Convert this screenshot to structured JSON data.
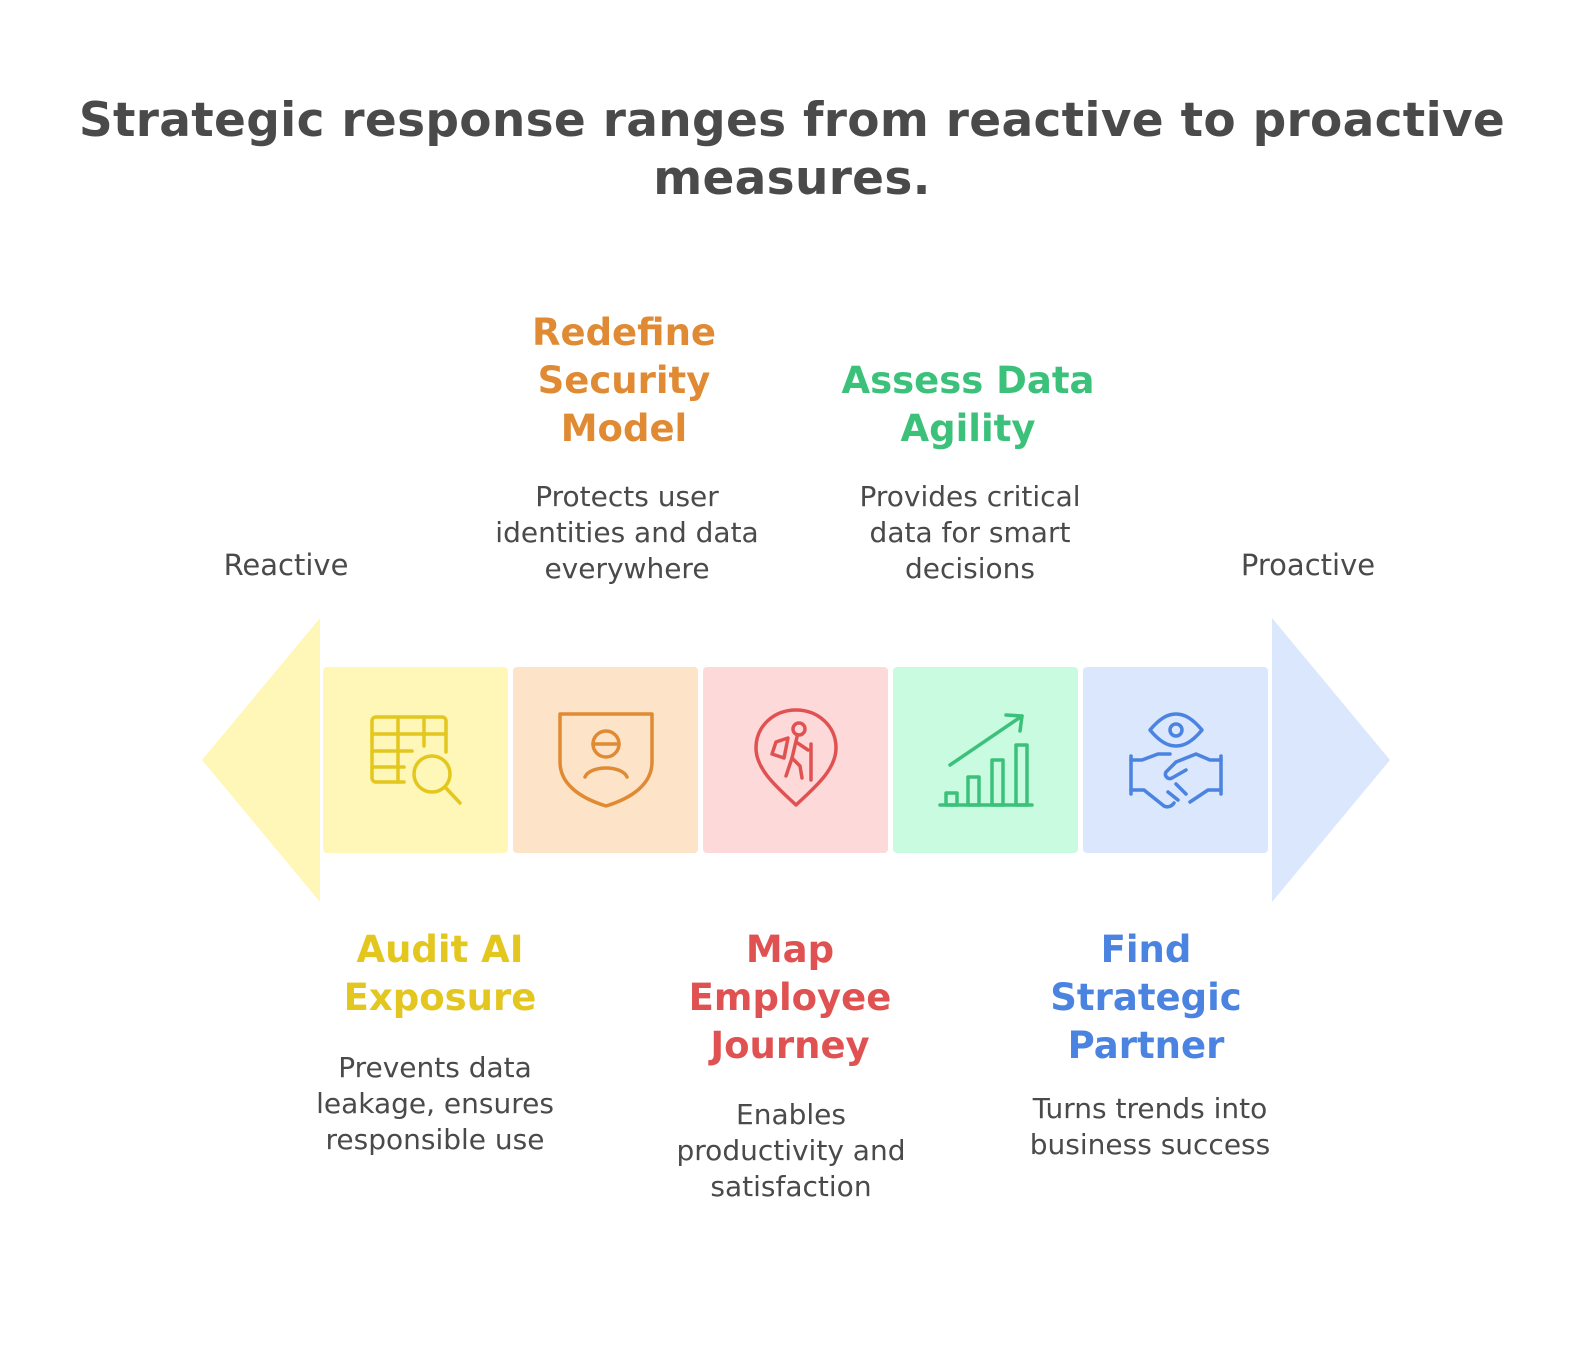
{
  "title": "Strategic response ranges from reactive to proactive measures.",
  "axis": {
    "left_label": "Reactive",
    "right_label": "Proactive"
  },
  "steps": [
    {
      "title": "Audit AI Exposure",
      "description": "Prevents data leakage, ensures responsible use",
      "icon": "table-search-icon",
      "color": "#e3c61e",
      "fill": "#fff7b8"
    },
    {
      "title": "Redefine Security Model",
      "description": "Protects user identities and data everywhere",
      "icon": "shield-user-icon",
      "color": "#e08a33",
      "fill": "#fde3c8"
    },
    {
      "title": "Map Employee Journey",
      "description": "Enables productivity and satisfaction",
      "icon": "location-hiker-icon",
      "color": "#e05252",
      "fill": "#fdd9d9"
    },
    {
      "title": "Assess Data Agility",
      "description": "Provides critical data for smart decisions",
      "icon": "growth-chart-icon",
      "color": "#3cc17b",
      "fill": "#c9fbe1"
    },
    {
      "title": "Find Strategic Partner",
      "description": "Turns trends into business success",
      "icon": "handshake-eye-icon",
      "color": "#4a83e0",
      "fill": "#dbe7fd"
    }
  ]
}
